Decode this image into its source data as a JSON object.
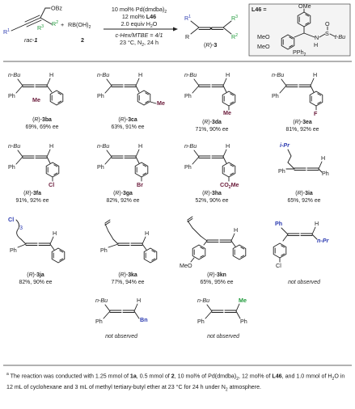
{
  "scheme": {
    "reactant1_label": "rac-1",
    "reactant1_bold": "1",
    "plus": "+",
    "reagent": "RB(OH)",
    "reagent_sub": "2",
    "reagent_label": "2",
    "conditions": [
      "10 mol% Pd(dmdba)",
      "12 mol% ",
      "2.0 equiv H",
      "c-Hex/MTBE = 4/1",
      "23 °C, N",
      ", 24 h"
    ],
    "ligand_bold": "L46",
    "product_label_prefix": "(R)-",
    "product_label_bold": "3",
    "ligand_box_label": "L46 =",
    "groups": {
      "OBz": "OBz",
      "R1": "R",
      "R2": "R",
      "R3": "R",
      "OMe": "OMe",
      "MeO": "MeO",
      "PPh2": "PPh",
      "NH": "N",
      "H": "H",
      "S": "S",
      "O": "O",
      "tBu": "t-Bu"
    }
  },
  "entries": [
    {
      "id": "3ba",
      "sub": "Me",
      "sub_color": "#6a1b3a",
      "yield": "69%, 69% ee",
      "substituent": "n-Bu",
      "right": "Ph"
    },
    {
      "id": "3ca",
      "sub": "Me",
      "sub_color": "#6a1b3a",
      "yield": "63%, 91% ee",
      "substituent": "n-Bu",
      "right": "Ph"
    },
    {
      "id": "3da",
      "sub": "Me",
      "sub_color": "#6a1b3a",
      "yield": "71%, 90% ee",
      "substituent": "n-Bu",
      "right": "Ph"
    },
    {
      "id": "3ea",
      "sub": "F",
      "sub_color": "#6a1b3a",
      "yield": "81%, 92% ee",
      "substituent": "n-Bu",
      "right": "Ph"
    },
    {
      "id": "3fa",
      "sub": "Cl",
      "sub_color": "#6a1b3a",
      "yield": "91%, 92% ee",
      "substituent": "n-Bu",
      "right": "Ph"
    },
    {
      "id": "3ga",
      "sub": "Br",
      "sub_color": "#6a1b3a",
      "yield": "82%, 92% ee",
      "substituent": "n-Bu",
      "right": "Ph"
    },
    {
      "id": "3ha",
      "sub": "CO",
      "sub_color": "#6a1b3a",
      "yield": "52%, 90% ee",
      "substituent": "n-Bu",
      "right": "Ph"
    },
    {
      "id": "3ia",
      "sub": "i-Pr",
      "sub_color": "#2b3ab0",
      "yield": "65%, 92% ee",
      "substituent": "",
      "right": "Ph"
    },
    {
      "id": "3ja",
      "sub": "Cl",
      "sub_color": "#2b3ab0",
      "yield": "82%, 90% ee",
      "substituent": "",
      "right": "Ph"
    },
    {
      "id": "3ka",
      "sub": "",
      "sub_color": "#2b3ab0",
      "yield": "77%, 94% ee",
      "substituent": "",
      "right": "Ph"
    },
    {
      "id": "3kn",
      "sub": "MeO",
      "sub_color": "#222222",
      "yield": "65%, 95% ee",
      "substituent": "",
      "right": "Ph"
    }
  ],
  "not_observed": [
    {
      "text": "not observed",
      "tag1": "Ph",
      "tag2": "n-Pr",
      "tag3": "Cl"
    },
    {
      "text": "not observed",
      "tag1": "n-Bu",
      "tag2": "Bn",
      "tag3": "Ph"
    },
    {
      "text": "not observed",
      "tag1": "n-Bu",
      "tag2": "Me",
      "tag3": "Ph"
    }
  ],
  "footnote": {
    "marker": "a",
    "parts": [
      "The reaction was conducted with 1.25 mmol of ",
      "1a",
      ", 0.5 mmol of ",
      "2",
      ", 10 mol% of Pd(dmdba)",
      "2",
      ", 12 mol% of ",
      "L46",
      ", and 1.0 mmol of H",
      "2",
      "O in 12 mL of cyclohexane and 3 mL of methyl tertiary-butyl ether at 23 °C for 24 h under N",
      "2",
      " atmosphere."
    ]
  }
}
